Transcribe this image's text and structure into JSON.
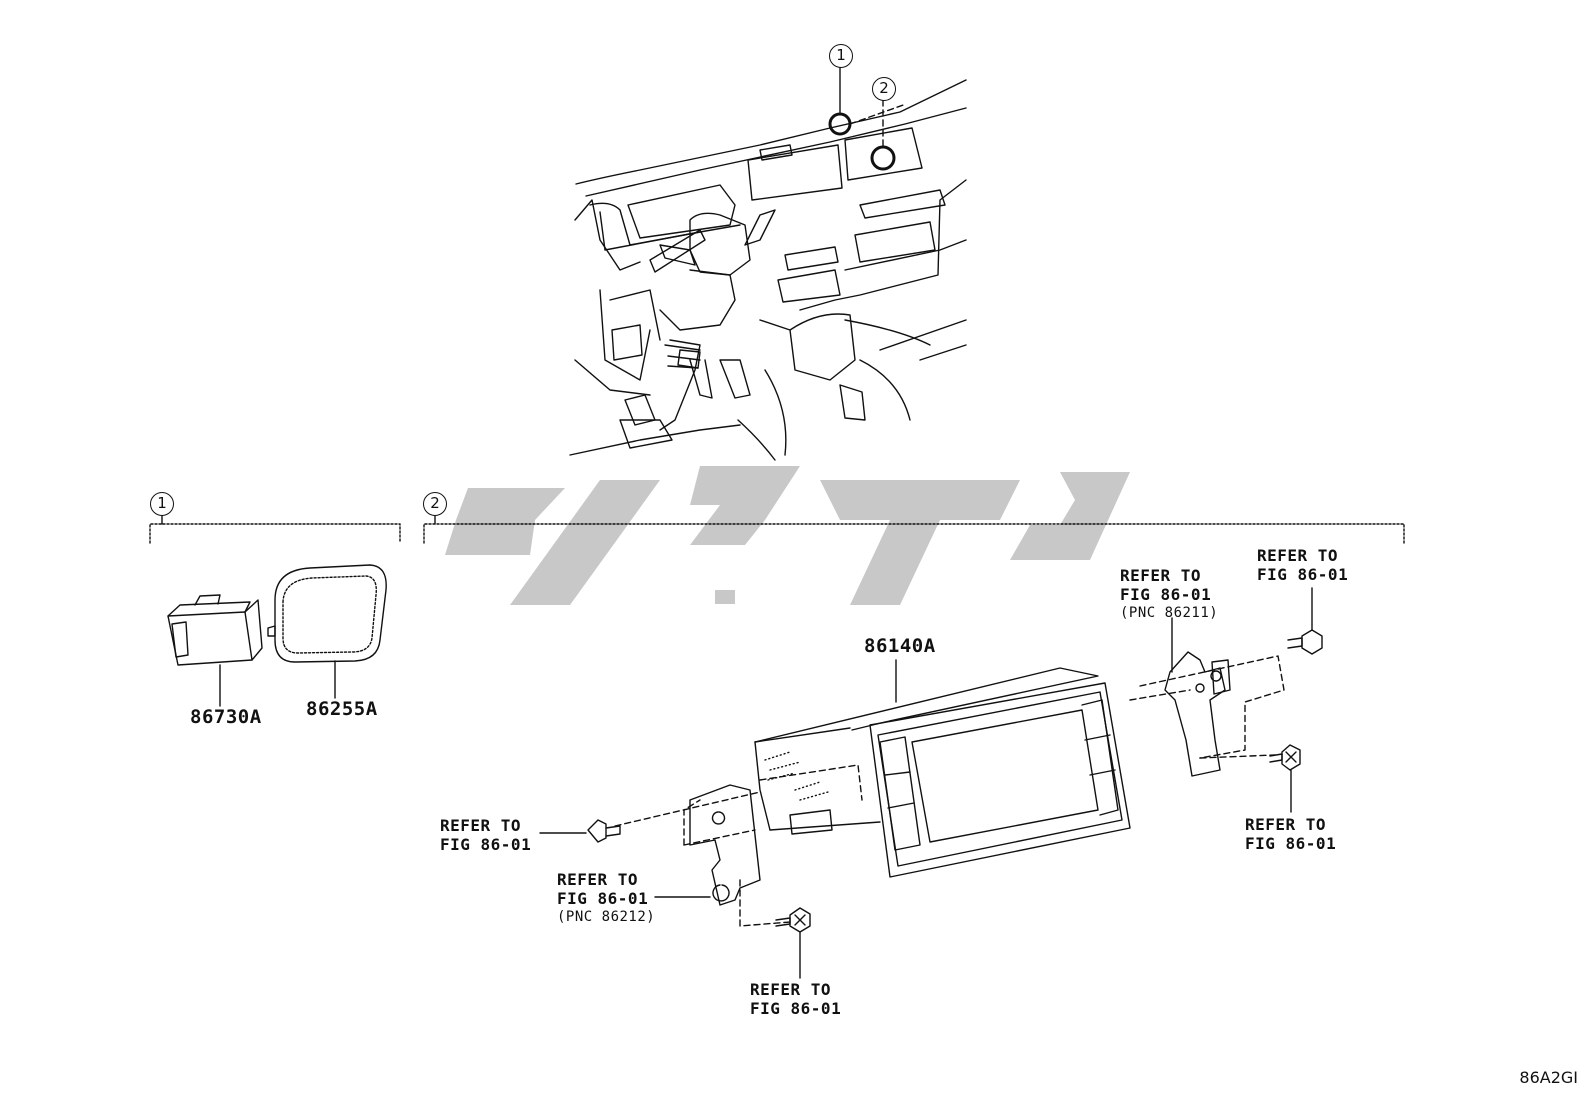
{
  "callouts": {
    "c1": "1",
    "c2": "2"
  },
  "parts": {
    "p86730A": "86730A",
    "p86255A": "86255A",
    "p86140A": "86140A"
  },
  "references": {
    "ref_top_right_1": "REFER TO",
    "ref_top_right_2": "FIG 86-01",
    "ref_bracket_right_1": "REFER TO",
    "ref_bracket_right_2": "FIG 86-01",
    "ref_bracket_right_pnc": "(PNC 86211)",
    "ref_right_screw_1": "REFER TO",
    "ref_right_screw_2": "FIG 86-01",
    "ref_left_screw_1": "REFER TO",
    "ref_left_screw_2": "FIG 86-01",
    "ref_bracket_left_1": "REFER TO",
    "ref_bracket_left_2": "FIG 86-01",
    "ref_bracket_left_pnc": "(PNC 86212)",
    "ref_bottom_screw_1": "REFER TO",
    "ref_bottom_screw_2": "FIG 86-01"
  },
  "diagram_id": "86A2GI",
  "colors": {
    "line": "#111111",
    "watermark": "#c8c8c8"
  }
}
